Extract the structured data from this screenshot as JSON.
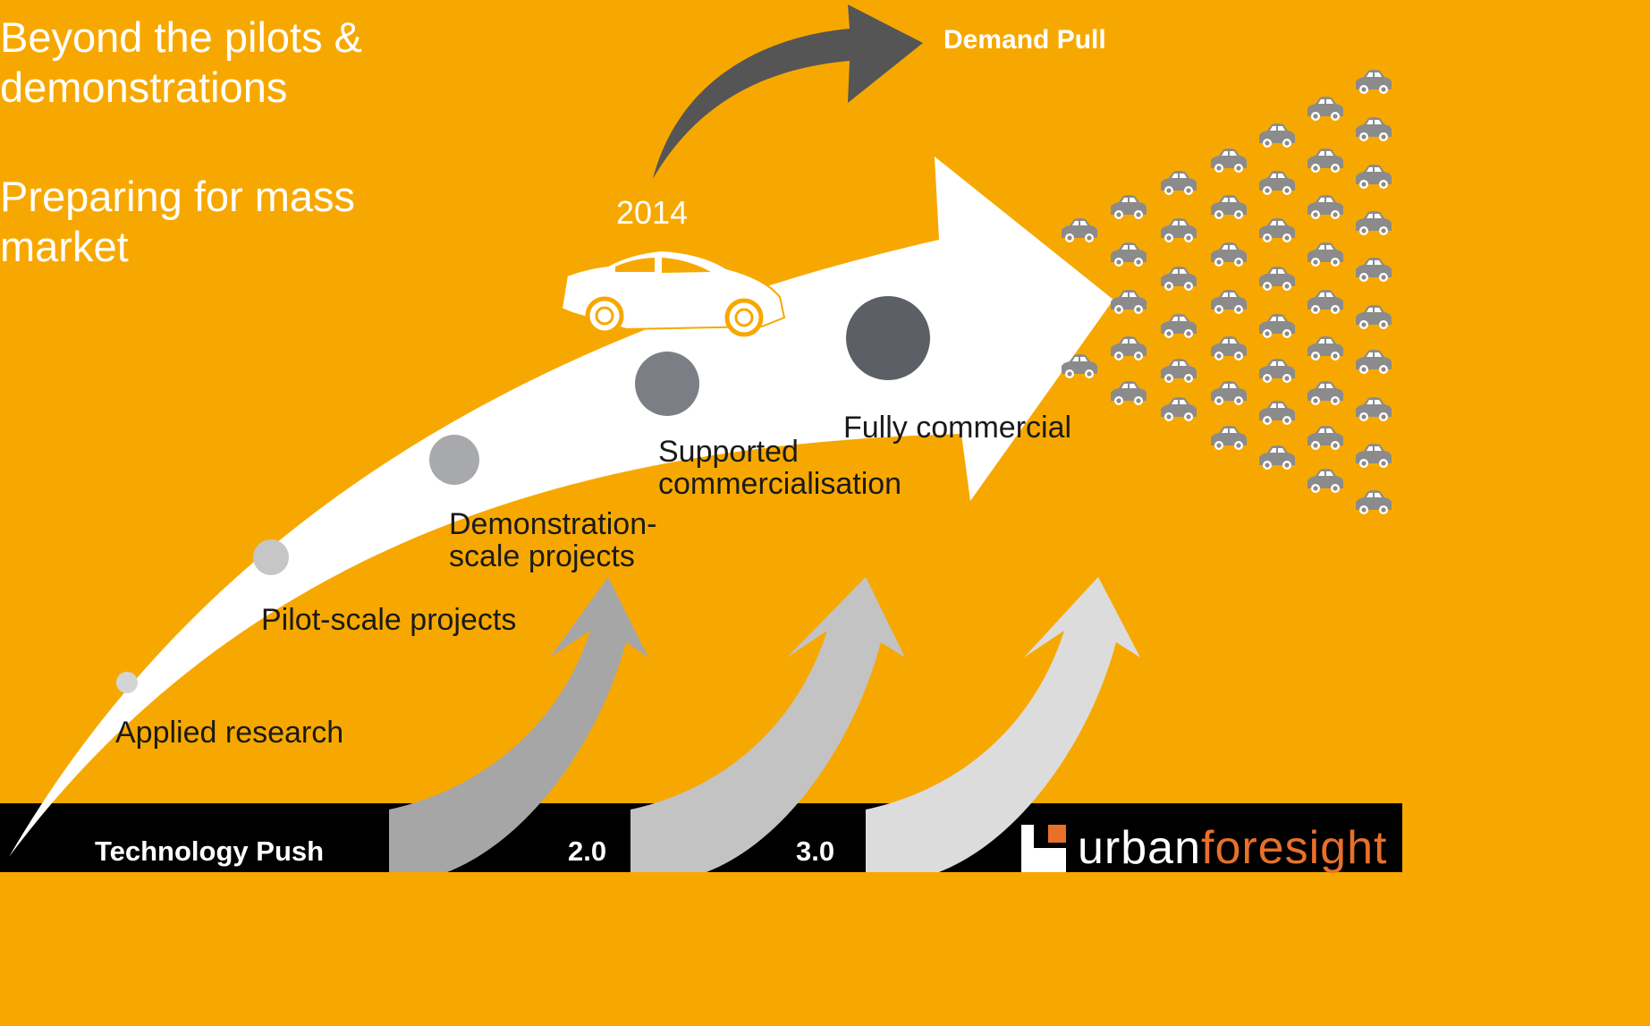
{
  "headline": {
    "line1": "Beyond the pilots &\ndemonstrations",
    "line2": "Preparing for mass\nmarket"
  },
  "year_label": "2014",
  "demand_label": "Demand Pull",
  "stages": [
    {
      "label": "Applied research"
    },
    {
      "label": "Pilot-scale projects"
    },
    {
      "label": "Demonstration-\nscale projects"
    },
    {
      "label": "Supported\ncommercialisation"
    },
    {
      "label": "Fully commercial"
    }
  ],
  "bottom_bar": {
    "technology_push": "Technology Push",
    "v2": "2.0",
    "v3": "3.0"
  },
  "logo": {
    "part1": "urban",
    "part2": "foresight"
  },
  "colors": {
    "background": "#F7A800",
    "main_arrow": "#ffffff",
    "demand_arrow": "#555555",
    "push_arrow_1": "#A6A6A6",
    "push_arrow_2": "#C3C3C3",
    "push_arrow_3": "#DCDCDC",
    "car_gray": "#8B8B8B",
    "footer": "#000000",
    "logo_accent": "#E8702A"
  }
}
